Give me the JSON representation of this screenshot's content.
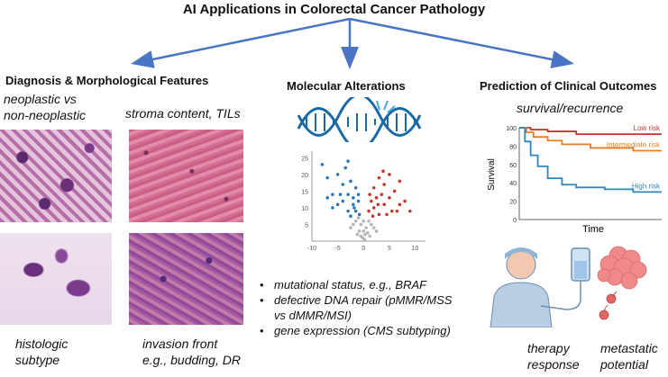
{
  "title": "AI Applications in Colorectal Cancer Pathology",
  "colors": {
    "arrow": "#4a74c4",
    "dna": "#1b6aa5",
    "low": "#c0392b",
    "intermediate": "#e67e22",
    "high": "#2e86c1"
  },
  "left": {
    "heading": "Diagnosis & Morphological Features",
    "label_tl": "neoplastic vs\nnon-neoplastic",
    "label_tr": "stroma content, TILs",
    "label_bl": "histologic\nsubtype",
    "label_br": "invasion front\ne.g., budding, DR"
  },
  "middle": {
    "heading": "Molecular Alterations",
    "bullets": [
      "mutational status, e.g., BRAF",
      "defective DNA repair (pMMR/MSS vs dMMR/MSI)",
      "gene expression (CMS subtyping)"
    ]
  },
  "right": {
    "heading": "Prediction of Clinical Outcomes",
    "subheading": "survival/recurrence",
    "label_therapy": "therapy\nresponse",
    "label_metastatic": "metastatic\npotential"
  },
  "chart_data": [
    {
      "type": "scatter",
      "title": "",
      "xlabel": "",
      "ylabel": "",
      "xlim": [
        -10,
        12
      ],
      "ylim": [
        0,
        27
      ],
      "xticks": [
        -10,
        -5,
        0,
        5,
        10
      ],
      "yticks": [
        5,
        10,
        15,
        20,
        25
      ],
      "series": [
        {
          "color": "#2e75b6",
          "points": [
            [
              -8,
              23
            ],
            [
              -7,
              19
            ],
            [
              -6,
              14
            ],
            [
              -5,
              11
            ],
            [
              -5,
              20
            ],
            [
              -4,
              17
            ],
            [
              -4,
              12
            ],
            [
              -3.5,
              22
            ],
            [
              -3,
              14
            ],
            [
              -3,
              9
            ],
            [
              -2.5,
              18
            ],
            [
              -2,
              13
            ],
            [
              -2,
              11
            ],
            [
              -1.5,
              16
            ],
            [
              -1.5,
              9
            ],
            [
              -1,
              12
            ],
            [
              -1,
              14
            ],
            [
              -3,
              24
            ],
            [
              -4.5,
              14
            ],
            [
              -2.5,
              7.5
            ],
            [
              -1.8,
              10
            ],
            [
              -0.8,
              8
            ],
            [
              -6,
              10
            ],
            [
              -7,
              13
            ]
          ]
        },
        {
          "color": "#c0392b",
          "points": [
            [
              1,
              9
            ],
            [
              1.5,
              12
            ],
            [
              2,
              16
            ],
            [
              2,
              10
            ],
            [
              2.5,
              13
            ],
            [
              3,
              19
            ],
            [
              3,
              8
            ],
            [
              3.5,
              14
            ],
            [
              4,
              11
            ],
            [
              4,
              17
            ],
            [
              5,
              13
            ],
            [
              5.5,
              9
            ],
            [
              6,
              15
            ],
            [
              7,
              11
            ],
            [
              7,
              18
            ],
            [
              8,
              12
            ],
            [
              1.2,
              14
            ],
            [
              2.8,
              11
            ],
            [
              4.5,
              8
            ],
            [
              6.5,
              9
            ],
            [
              9,
              9
            ],
            [
              3.8,
              21
            ],
            [
              1.8,
              7.5
            ],
            [
              5,
              20
            ]
          ]
        },
        {
          "color": "#b5b5b5",
          "points": [
            [
              -1,
              7
            ],
            [
              -0.5,
              5
            ],
            [
              0,
              3
            ],
            [
              0.5,
              4
            ],
            [
              1,
              6
            ],
            [
              -1.5,
              6
            ],
            [
              -2,
              5
            ],
            [
              1.5,
              5
            ],
            [
              2,
              4
            ],
            [
              -0.2,
              1
            ],
            [
              0.3,
              2
            ],
            [
              -0.8,
              3
            ],
            [
              0.8,
              2.5
            ],
            [
              -1.2,
              2
            ],
            [
              1.2,
              1.5
            ],
            [
              0,
              6
            ],
            [
              -2.5,
              4
            ],
            [
              2.5,
              3
            ],
            [
              0.2,
              0.5
            ],
            [
              -0.5,
              1.5
            ]
          ]
        }
      ]
    },
    {
      "type": "line",
      "title": "",
      "xlabel": "Time",
      "ylabel": "Survival",
      "xlim": [
        0,
        10
      ],
      "ylim": [
        0,
        100
      ],
      "yticks": [
        0,
        20,
        40,
        60,
        80,
        100
      ],
      "series": [
        {
          "name": "Low risk",
          "color": "#c0392b",
          "x": [
            0,
            0.8,
            0.8,
            2,
            2,
            4,
            4,
            10
          ],
          "y": [
            100,
            100,
            98,
            98,
            96,
            96,
            93,
            93
          ]
        },
        {
          "name": "Intermediate risk",
          "color": "#e67e22",
          "x": [
            0,
            0.5,
            0.5,
            1,
            1,
            2,
            2,
            3,
            3,
            5,
            5,
            8,
            8,
            10
          ],
          "y": [
            100,
            100,
            95,
            95,
            90,
            90,
            86,
            86,
            82,
            82,
            78,
            78,
            75,
            75
          ]
        },
        {
          "name": "High risk",
          "color": "#2e86c1",
          "x": [
            0,
            0.4,
            0.4,
            0.8,
            0.8,
            1.3,
            1.3,
            2,
            2,
            3,
            3,
            4,
            4,
            6,
            6,
            8,
            8,
            10
          ],
          "y": [
            100,
            100,
            85,
            85,
            70,
            70,
            58,
            58,
            45,
            45,
            38,
            38,
            35,
            35,
            33,
            33,
            30,
            30
          ]
        }
      ]
    }
  ]
}
